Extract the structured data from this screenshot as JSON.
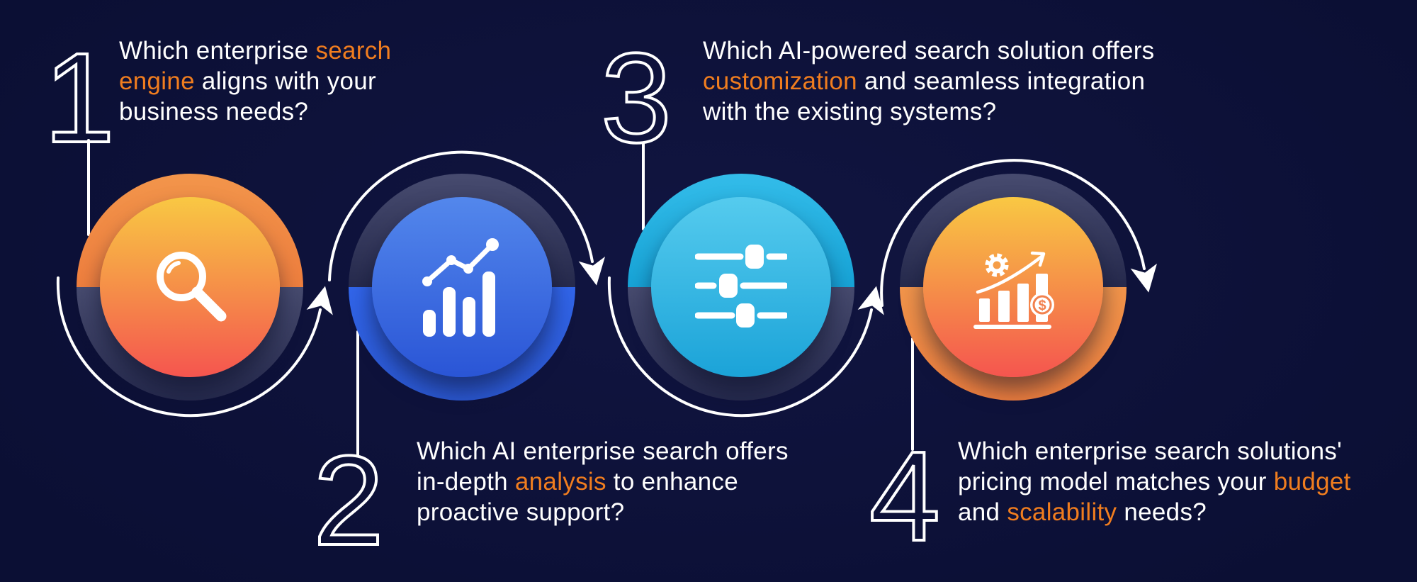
{
  "palette": {
    "bg-center": "#111541",
    "bg-edge": "#0b0f34",
    "text-white": "#ffffff",
    "line-white": "#ffffff",
    "highlight-orange": "#f07d1f",
    "orange-ring-a": "#f2954b",
    "orange-ring-b": "#ee7e3e",
    "dark-ring-a": "#474b6f",
    "dark-ring-b": "#262a4d",
    "blue-ring-a": "#3165ea",
    "blue-ring-b": "#2b57cf",
    "cyan-ring-a": "#33bce9",
    "cyan-ring-b": "#17a3d6",
    "orange-inner-a": "#f9c843",
    "orange-inner-m": "#f58a49",
    "orange-inner-b": "#f5554f",
    "blue-inner-a": "#5387ec",
    "blue-inner-b": "#2a55d6",
    "cyan-inner-a": "#55cbee",
    "cyan-inner-b": "#1ba3d8",
    "coin-orange": "#f2814e"
  },
  "steps": [
    {
      "number": "1",
      "icon": "search-icon",
      "theme": "orange",
      "question_lines": [
        [
          {
            "text": "Which enterprise ",
            "highlight": false
          },
          {
            "text": "search",
            "highlight": true
          }
        ],
        [
          {
            "text": "engine",
            "highlight": true
          },
          {
            "text": " aligns with your",
            "highlight": false
          }
        ],
        [
          {
            "text": "business needs?",
            "highlight": false
          }
        ]
      ]
    },
    {
      "number": "2",
      "icon": "bar-chart-trend-icon",
      "theme": "blue",
      "question_lines": [
        [
          {
            "text": "Which AI enterprise search offers",
            "highlight": false
          }
        ],
        [
          {
            "text": "in-depth ",
            "highlight": false
          },
          {
            "text": "analysis",
            "highlight": true
          },
          {
            "text": " to enhance",
            "highlight": false
          }
        ],
        [
          {
            "text": "proactive support?",
            "highlight": false
          }
        ]
      ]
    },
    {
      "number": "3",
      "icon": "sliders-icon",
      "theme": "cyan",
      "question_lines": [
        [
          {
            "text": "Which AI-powered search solution offers",
            "highlight": false
          }
        ],
        [
          {
            "text": "customization",
            "highlight": true
          },
          {
            "text": " and seamless integration",
            "highlight": false
          }
        ],
        [
          {
            "text": "with the existing systems?",
            "highlight": false
          }
        ]
      ]
    },
    {
      "number": "4",
      "icon": "growth-chart-dollar-icon",
      "theme": "orange",
      "question_lines": [
        [
          {
            "text": "Which enterprise search solutions'",
            "highlight": false
          }
        ],
        [
          {
            "text": "pricing model matches your ",
            "highlight": false
          },
          {
            "text": "budget",
            "highlight": true
          }
        ],
        [
          {
            "text": "and ",
            "highlight": false
          },
          {
            "text": "scalability",
            "highlight": true
          },
          {
            "text": " needs?",
            "highlight": false
          }
        ]
      ]
    }
  ],
  "coin_symbol": "$"
}
